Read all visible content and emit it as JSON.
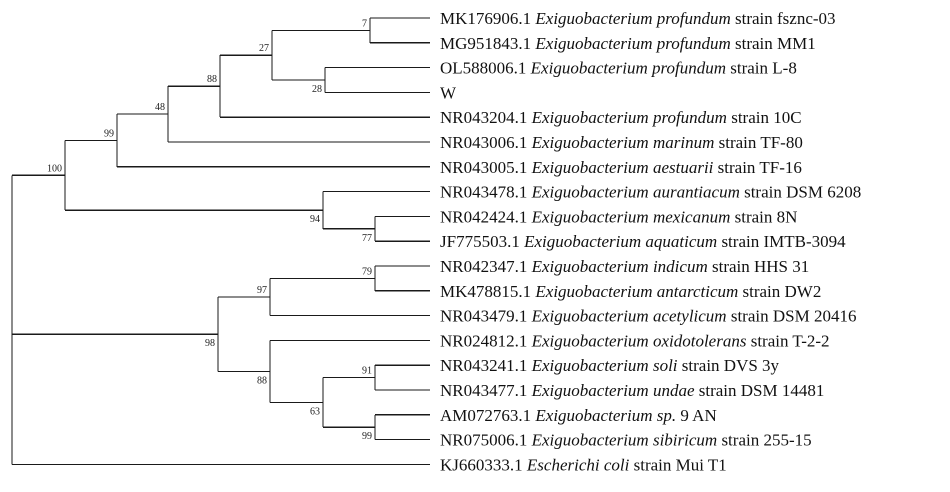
{
  "tree": {
    "leaves": [
      {
        "id": "L0",
        "accession": "MK176906.1",
        "species": "Exiguobacterium profundum",
        "strain_text": "strain fsznc-03"
      },
      {
        "id": "L1",
        "accession": "MG951843.1",
        "species": "Exiguobacterium profundum",
        "strain_text": "strain MM1"
      },
      {
        "id": "L2",
        "accession": "OL588006.1",
        "species": "Exiguobacterium profundum",
        "strain_text": "strain L-8"
      },
      {
        "id": "L3",
        "accession": "W",
        "species": "",
        "strain_text": ""
      },
      {
        "id": "L4",
        "accession": "NR043204.1",
        "species": "Exiguobacterium profundum",
        "strain_text": "strain 10C"
      },
      {
        "id": "L5",
        "accession": "NR043006.1",
        "species": "Exiguobacterium marinum",
        "strain_text": "strain TF-80"
      },
      {
        "id": "L6",
        "accession": "NR043005.1",
        "species": "Exiguobacterium aestuarii",
        "strain_text": "strain TF-16"
      },
      {
        "id": "L7",
        "accession": "NR043478.1",
        "species": "Exiguobacterium aurantiacum",
        "strain_text": "strain DSM 6208"
      },
      {
        "id": "L8",
        "accession": "NR042424.1",
        "species": "Exiguobacterium mexicanum",
        "strain_text": "strain 8N"
      },
      {
        "id": "L9",
        "accession": "JF775503.1",
        "species": "Exiguobacterium aquaticum",
        "strain_text": "strain IMTB-3094"
      },
      {
        "id": "L10",
        "accession": "NR042347.1",
        "species": "Exiguobacterium indicum",
        "strain_text": "strain HHS 31"
      },
      {
        "id": "L11",
        "accession": "MK478815.1",
        "species": "Exiguobacterium antarcticum",
        "strain_text": "strain DW2"
      },
      {
        "id": "L12",
        "accession": "NR043479.1",
        "species": "Exiguobacterium acetylicum",
        "strain_text": "strain DSM 20416"
      },
      {
        "id": "L13",
        "accession": "NR024812.1",
        "species": "Exiguobacterium oxidotolerans",
        "strain_text": "strain T-2-2"
      },
      {
        "id": "L14",
        "accession": "NR043241.1",
        "species": "Exiguobacterium soli",
        "strain_text": "strain DVS 3y"
      },
      {
        "id": "L15",
        "accession": "NR043477.1",
        "species": "Exiguobacterium undae",
        "strain_text": "strain DSM 14481"
      },
      {
        "id": "L16",
        "accession": "AM072763.1",
        "species": "Exiguobacterium sp.",
        "strain_text": "9 AN"
      },
      {
        "id": "L17",
        "accession": "NR075006.1",
        "species": "Exiguobacterium sibiricum",
        "strain_text": "strain 255-15"
      },
      {
        "id": "L18",
        "accession": "KJ660333.1",
        "species": "Escherichi coli",
        "strain_text": "strain Mui T1"
      }
    ],
    "nodes": [
      {
        "id": "n7",
        "support": "7",
        "children": [
          "L0",
          "L1"
        ]
      },
      {
        "id": "n28",
        "support": "28",
        "children": [
          "L2",
          "L3"
        ]
      },
      {
        "id": "n27",
        "support": "27",
        "children": [
          "n7",
          "n28"
        ]
      },
      {
        "id": "n88a",
        "support": "88",
        "children": [
          "n27",
          "L4"
        ]
      },
      {
        "id": "n48",
        "support": "48",
        "children": [
          "n88a",
          "L5"
        ]
      },
      {
        "id": "n99a",
        "support": "99",
        "children": [
          "n48",
          "L6"
        ]
      },
      {
        "id": "n77",
        "support": "77",
        "children": [
          "L8",
          "L9"
        ]
      },
      {
        "id": "n94",
        "support": "94",
        "children": [
          "L7",
          "n77"
        ]
      },
      {
        "id": "n100",
        "support": "100",
        "children": [
          "n99a",
          "n94"
        ]
      },
      {
        "id": "n79",
        "support": "79",
        "children": [
          "L10",
          "L11"
        ]
      },
      {
        "id": "n97",
        "support": "97",
        "children": [
          "n79",
          "L12"
        ]
      },
      {
        "id": "n91",
        "support": "91",
        "children": [
          "L14",
          "L15"
        ]
      },
      {
        "id": "n99b",
        "support": "99",
        "children": [
          "L16",
          "L17"
        ]
      },
      {
        "id": "n63",
        "support": "63",
        "children": [
          "n91",
          "n99b"
        ]
      },
      {
        "id": "n88b",
        "support": "88",
        "children": [
          "L13",
          "n63"
        ]
      },
      {
        "id": "n98",
        "support": "98",
        "children": [
          "n97",
          "n88b"
        ]
      },
      {
        "id": "nIn",
        "support": "",
        "children": [
          "n100",
          "n98"
        ]
      },
      {
        "id": "root",
        "support": "",
        "children": [
          "nIn",
          "L18"
        ]
      }
    ]
  }
}
